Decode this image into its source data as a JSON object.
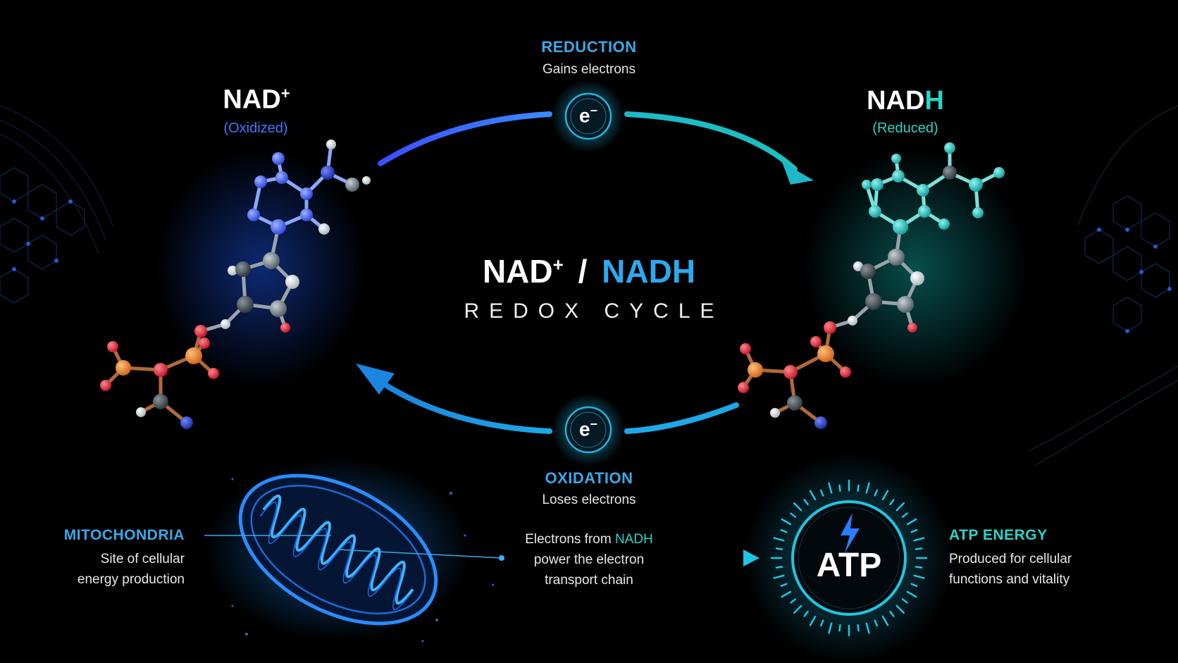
{
  "title": {
    "left": "NAD",
    "left_sup": "+",
    "sep": "/",
    "right": "NADH",
    "subtitle": "REDOX CYCLE"
  },
  "nad": {
    "name": "NAD",
    "sup": "+",
    "state": "(Oxidized)"
  },
  "nadh": {
    "name_main": "NAD",
    "name_accent": "H",
    "state": "(Reduced)"
  },
  "reduction": {
    "label": "REDUCTION",
    "desc": "Gains electrons",
    "badge": "e",
    "badge_sup": "−"
  },
  "oxidation": {
    "label": "OXIDATION",
    "desc": "Loses electrons",
    "badge": "e",
    "badge_sup": "−"
  },
  "mitochondria": {
    "label": "MITOCHONDRIA",
    "desc_line1": "Site of cellular",
    "desc_line2": "energy production"
  },
  "electron_flow": {
    "line1_prefix": "Electrons from ",
    "line1_accent": "NADH",
    "line2": "power the electron",
    "line3": "transport chain"
  },
  "atp": {
    "badge": "ATP",
    "label": "ATP ENERGY",
    "desc_line1": "Produced for cellular",
    "desc_line2": "functions and vitality"
  },
  "colors": {
    "blue": "#3aa8e8",
    "royal_blue": "#3b5bff",
    "teal": "#2ed3c8",
    "background": "#000000"
  },
  "icons": {
    "energy": "lightning-bolt-icon",
    "electron": "electron-icon"
  }
}
